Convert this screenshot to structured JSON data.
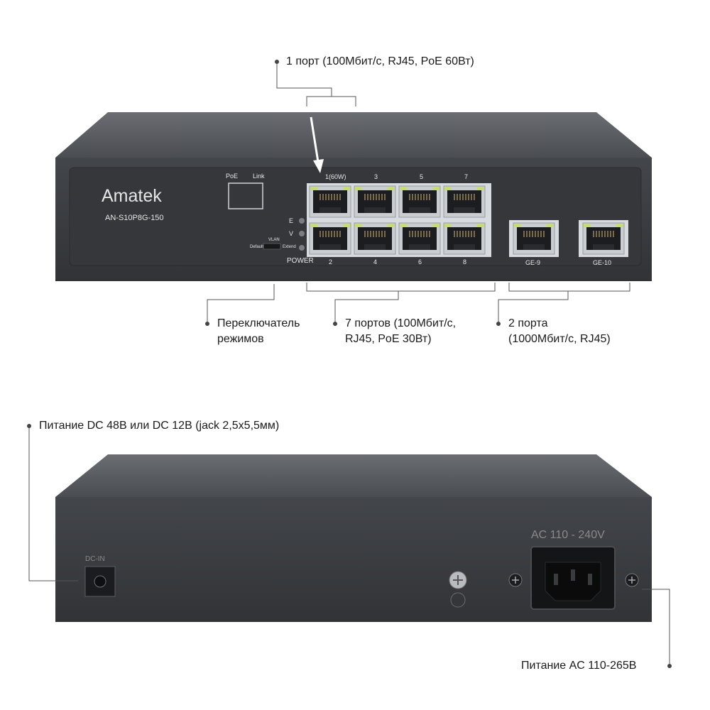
{
  "front_device": {
    "brand": "Amatek",
    "model": "AN-S10P8G-150",
    "poe_label": "PoE",
    "link_label": "Link",
    "led_e_label": "E",
    "led_v_label": "V",
    "power_label": "POWER",
    "switch_vlan_label": "VLAN",
    "switch_default_label": "Default",
    "switch_extend_label": "Extend",
    "top_port_labels": [
      "1(60W)",
      "3",
      "5",
      "7"
    ],
    "bottom_port_labels": [
      "2",
      "4",
      "6",
      "8"
    ],
    "uplink_labels": [
      "GE-9",
      "GE-10"
    ]
  },
  "rear_device": {
    "dc_label": "DC-IN",
    "ac_label": "AC 110 - 240V"
  },
  "callouts": {
    "port1": "1 порт (100Мбит/с, RJ45, PoE 60Вт)",
    "mode_switch": [
      "Переключатель",
      "режимов"
    ],
    "ports7": [
      "7 портов (100Мбит/с,",
      "RJ45, PoE 30Вт)"
    ],
    "ports2": [
      "2 порта",
      "(1000Мбит/с, RJ45)"
    ],
    "dc_power": "Питание DC 48В или DC 12В (jack 2,5x5,5мм)",
    "ac_power": "Питание AC 110-265В"
  },
  "colors": {
    "chassis": "#3d3f43",
    "chassis_top": "#55585c",
    "panel": "#2f3135",
    "led_green": "#c8e060",
    "leader": "#555555"
  }
}
